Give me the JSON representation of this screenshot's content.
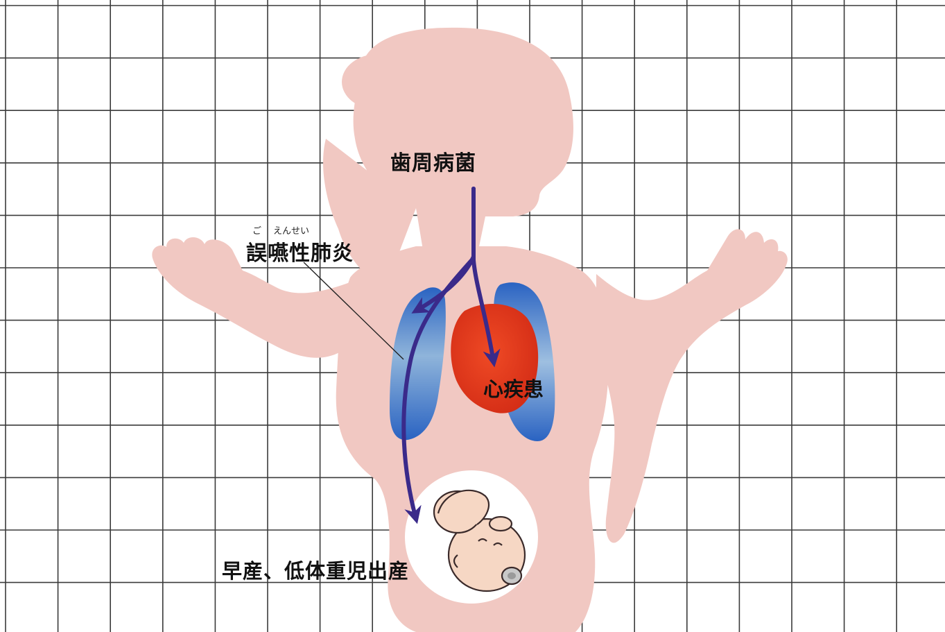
{
  "diagram": {
    "labels": {
      "source": "歯周病菌",
      "pneumonia": "誤嚥性肺炎",
      "pneumonia_ruby_go": "ご",
      "pneumonia_ruby_ensei": "えんせい",
      "heart": "心疾患",
      "birth": "早産、低体重児出産"
    },
    "colors": {
      "grid_line": "#3a3a3a",
      "body": "#f1c8c2",
      "lung_blue": "#2a63c2",
      "heart_red": "#e23a1c",
      "arrow": "#3a2a8a",
      "womb": "#ffffff",
      "baby_skin": "#f6d7c4"
    },
    "arrows": [
      {
        "from": "mouth",
        "to": "lungs"
      },
      {
        "from": "mouth",
        "to": "heart"
      },
      {
        "from": "mouth",
        "to": "womb"
      }
    ]
  }
}
